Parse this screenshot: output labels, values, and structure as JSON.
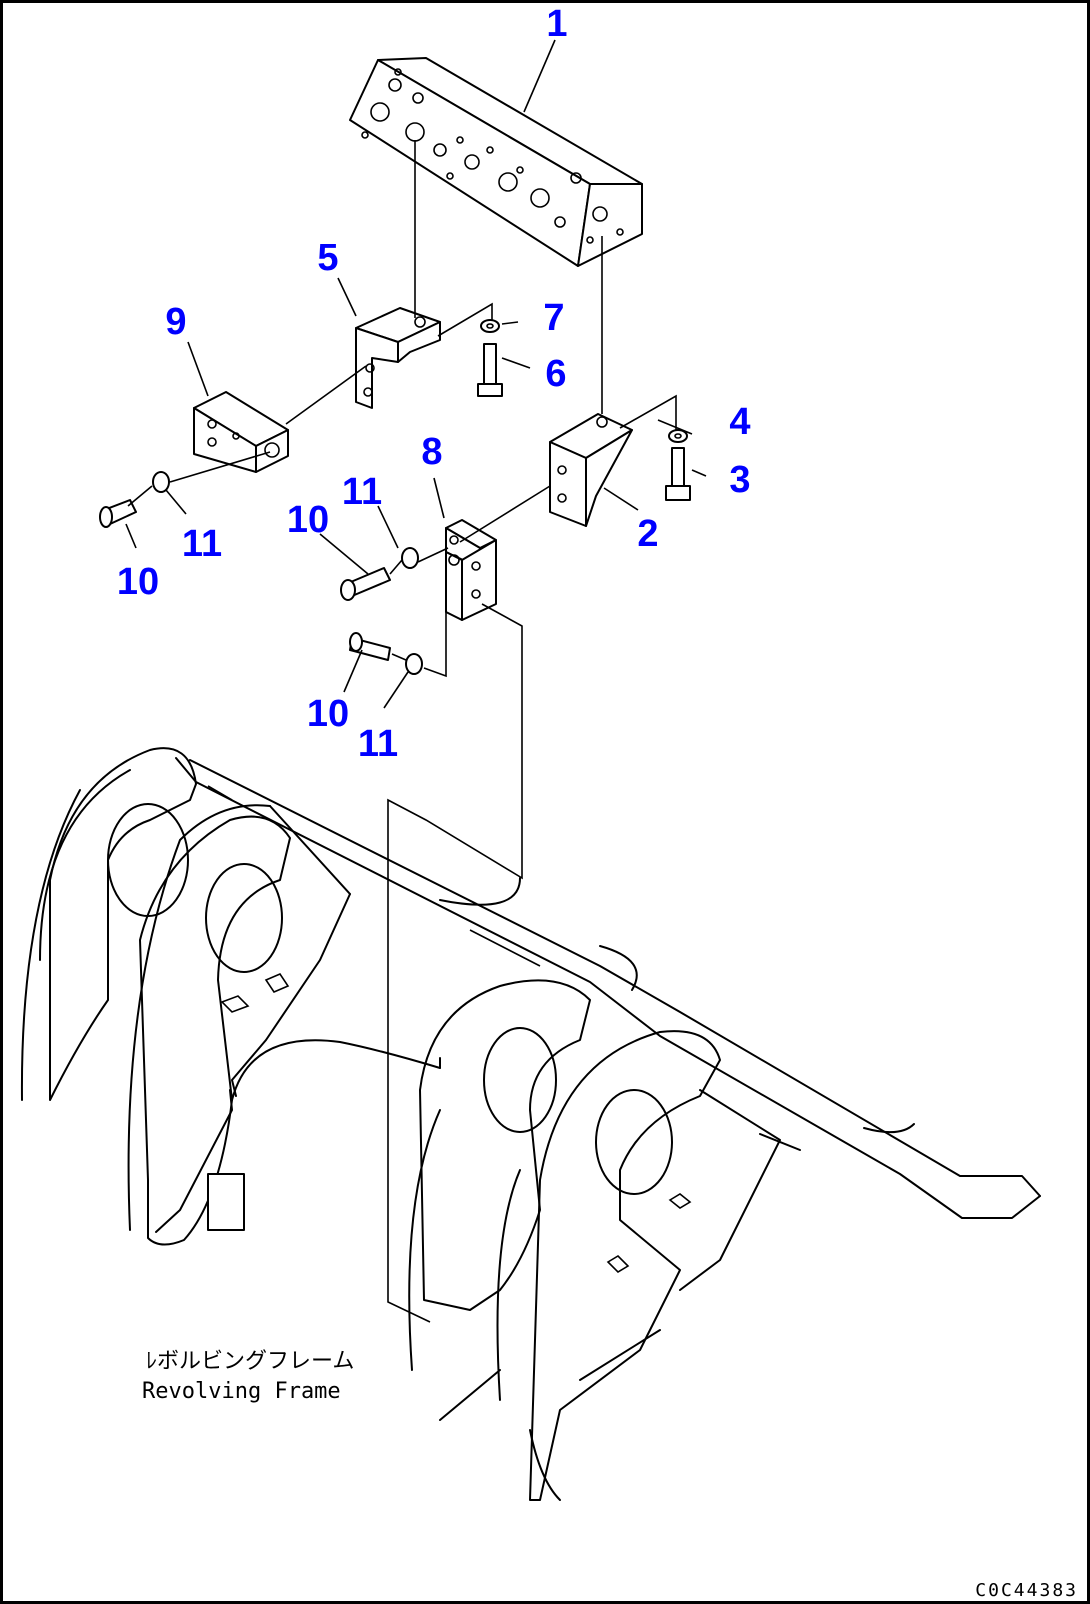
{
  "labels": {
    "p1": "1",
    "p2": "2",
    "p3": "3",
    "p4": "4",
    "p5": "5",
    "p6": "6",
    "p7": "7",
    "p8": "8",
    "p9": "9",
    "p10a": "10",
    "p10b": "10",
    "p10c": "10",
    "p11a": "11",
    "p11b": "11",
    "p11c": "11"
  },
  "frame_label": {
    "japanese": "ﾚボルビングフレーム",
    "english": "Revolving Frame"
  },
  "figure_code": "C0C44383",
  "colors": {
    "label": "#0000ff",
    "line": "#000000",
    "background": "#ffffff"
  }
}
